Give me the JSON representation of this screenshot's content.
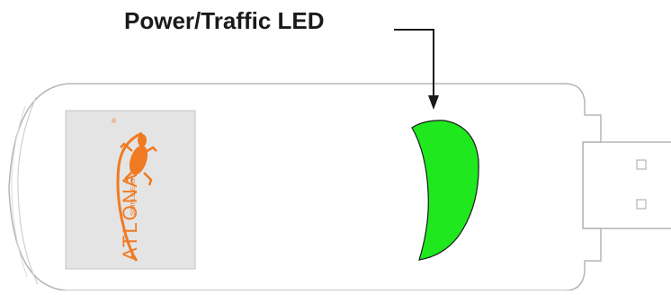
{
  "callout": {
    "label": "Power/Traffic LED"
  },
  "logo": {
    "brand": "ATLONA",
    "tagline": "SIMPLE EASY",
    "registered": "®"
  },
  "colors": {
    "led_fill": "#1fe81f",
    "logo_orange": "#f07a22",
    "label_panel": "#e4e4e4",
    "body_outline": "#b5b5b5"
  }
}
